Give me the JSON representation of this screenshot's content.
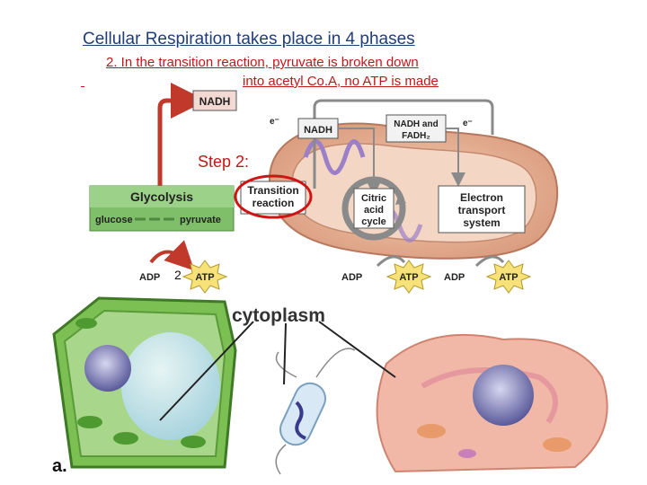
{
  "slide": {
    "title": "Cellular Respiration takes place in 4 phases",
    "subtitle_line1": "2.  In the transition reaction, pyruvate is  broken down",
    "subtitle_line2": "into acetyl Co.A, no  ATP is made",
    "step_label": "Step 2:",
    "atp_count": "2",
    "figure_label": "a."
  },
  "diagram": {
    "nadh_top": "NADH",
    "electron_1": "e⁻",
    "electron_2": "e⁻",
    "nadh_mid": "NADH",
    "nadh_fadh_line1": "NADH and",
    "nadh_fadh_line2": "FADH₂",
    "glycolysis": "Glycolysis",
    "glucose": "glucose",
    "pyruvate": "pyruvate",
    "transition_line1": "Transition",
    "transition_line2": "reaction",
    "citric_line1": "Citric",
    "citric_line2": "acid",
    "citric_line3": "cycle",
    "ets_line1": "Electron",
    "ets_line2": "transport",
    "ets_line3": "system",
    "adp_1": "ADP",
    "atp_1": "ATP",
    "adp_2": "ADP",
    "atp_2": "ATP",
    "adp_3": "ADP",
    "atp_3": "ATP",
    "cytoplasm": "cytoplasm"
  },
  "colors": {
    "title": "#1f3d7a",
    "subtitle": "#c01818",
    "arrow_red": "#c0392b",
    "glycolysis_green": "#7fbf6a",
    "mito_tan": "#e8b69a",
    "mito_purple": "#9b7fc8",
    "atp_yellow": "#f7e27a"
  }
}
